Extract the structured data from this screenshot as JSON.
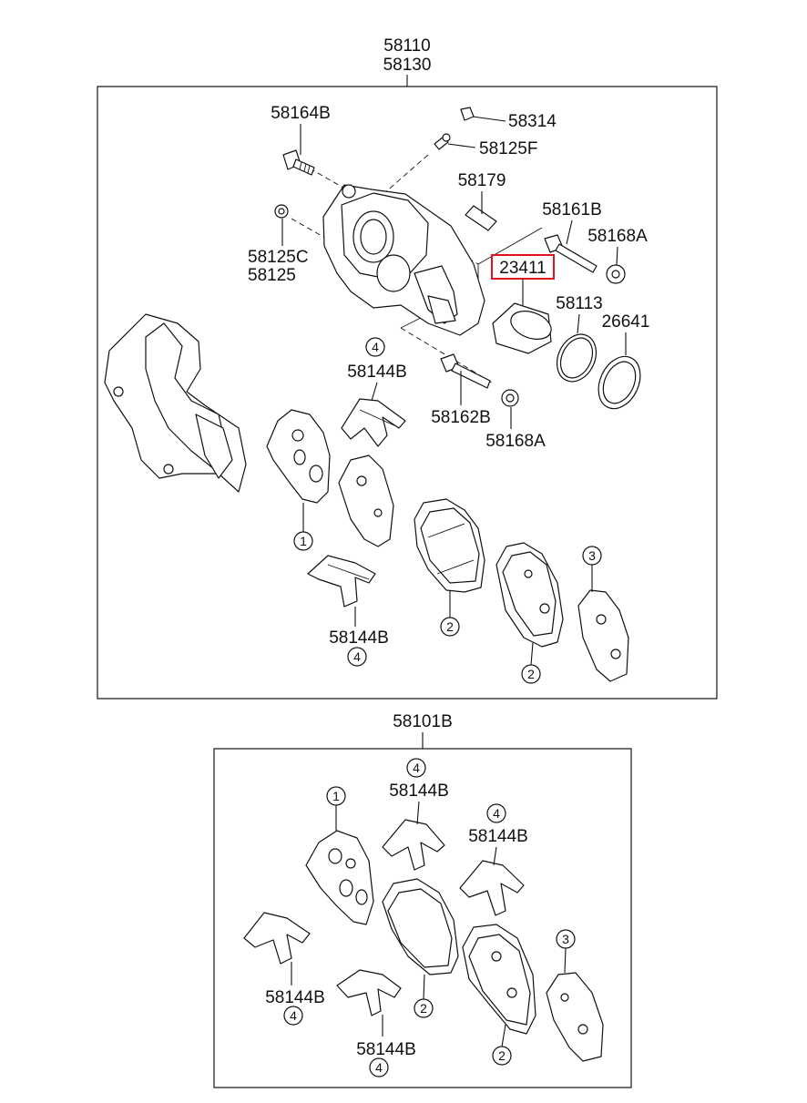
{
  "diagram": {
    "assembly_top": {
      "part_line_1": "58110",
      "part_line_2": "58130"
    },
    "assembly_bottom": {
      "part": "58101B"
    },
    "labels": {
      "p58164B": "58164B",
      "p58314": "58314",
      "p58125F": "58125F",
      "p58179": "58179",
      "p58161B": "58161B",
      "p58168A_top": "58168A",
      "p58125C": "58125C",
      "p58125": "58125",
      "p23411": "23411",
      "p58113": "58113",
      "p26641": "26641",
      "p58144B_top": "58144B",
      "p58162B": "58162B",
      "p58168A_bottom": "58168A",
      "p58144B_mid": "58144B",
      "b58144B_1": "58144B",
      "b58144B_2": "58144B",
      "b58144B_3": "58144B",
      "b58144B_4": "58144B"
    },
    "callouts": {
      "one": "1",
      "two": "2",
      "three": "3",
      "four": "4"
    },
    "highlight_color": "#e0141e"
  }
}
